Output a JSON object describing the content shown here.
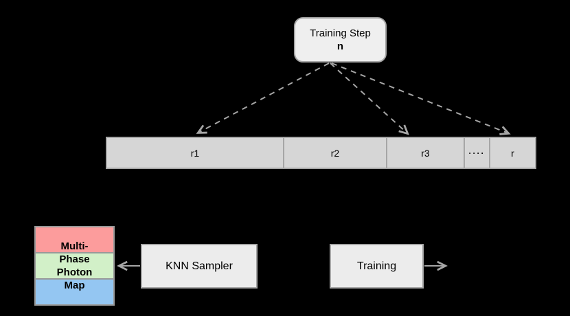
{
  "colors": {
    "background": "#000000",
    "title_fill": "#efefef",
    "box_fill": "#ececec",
    "box_border": "#a6a6a6",
    "bar_fill": "#d6d6d6",
    "arrow": "#a6a6a6",
    "text": "#000000"
  },
  "title_box": {
    "line1": "Training Step",
    "line2": "n"
  },
  "timeline": {
    "segments": [
      {
        "label": "r1"
      },
      {
        "label": "r2"
      },
      {
        "label": "r3"
      },
      {
        "label": "····"
      },
      {
        "label": "r"
      }
    ]
  },
  "photon_map": {
    "lines": [
      "Multi-",
      "Phase",
      "Photon",
      "Map"
    ],
    "colors": {
      "top": "#fc9c9c",
      "middle": "#d2f0c8",
      "bottom": "#94c6f2"
    }
  },
  "boxes": {
    "knn_label": "KNN Sampler",
    "training_label": "Training"
  }
}
